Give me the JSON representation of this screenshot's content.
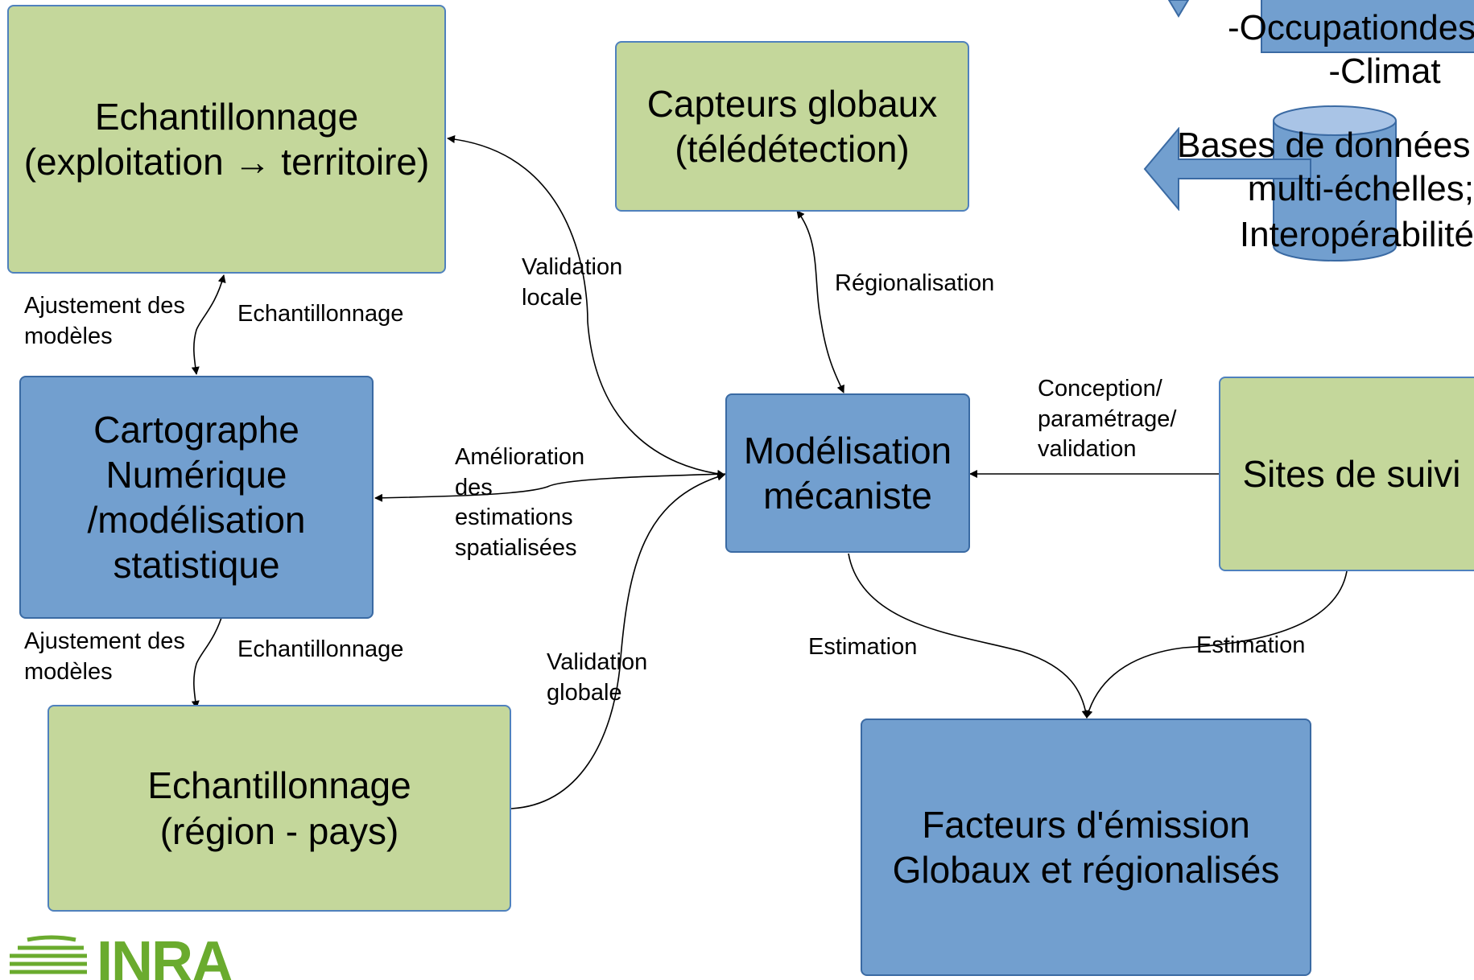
{
  "nodes": {
    "echantillonnage_exploitation": {
      "line1": "Echantillonnage",
      "line2": "(exploitation → territoire)"
    },
    "capteurs_globaux": {
      "line1": "Capteurs globaux",
      "line2": "(télédétection)"
    },
    "cartographe": {
      "line1": "Cartographe",
      "line2": "Numérique",
      "line3": "/modélisation",
      "line4": "statistique"
    },
    "modelisation": {
      "line1": "Modélisation",
      "line2": "mécaniste"
    },
    "sites_suivi": {
      "line1": "Sites de suivi"
    },
    "echantillonnage_region": {
      "line1": "Echantillonnage",
      "line2": "(région - pays)"
    },
    "facteurs_emission": {
      "line1": "Facteurs d'émission",
      "line2": "Globaux et régionalisés"
    }
  },
  "edge_labels": {
    "ajustement_top": {
      "line1": "Ajustement des",
      "line2": "modèles"
    },
    "echantillonnage_top": "Echantillonnage",
    "ajustement_bottom": {
      "line1": "Ajustement des",
      "line2": "modèles"
    },
    "echantillonnage_bottom": "Echantillonnage",
    "validation_locale": {
      "line1": "Validation",
      "line2": "locale"
    },
    "validation_globale": {
      "line1": "Validation",
      "line2": "globale"
    },
    "regionalisation": "Régionalisation",
    "amelioration": {
      "line1": "Amélioration",
      "line2": "des",
      "line3": "estimations",
      "line4": "spatialisées"
    },
    "conception": {
      "line1": "Conception/",
      "line2": "paramétrage/",
      "line3": "validation"
    },
    "estimation_left": "Estimation",
    "estimation_right": "Estimation"
  },
  "side_panel": {
    "occupation": "-Occupationdes",
    "climat": "-Climat",
    "bases_line1": "Bases de données",
    "bases_line2": "multi-échelles;",
    "bases_line3": "Interopérabilité"
  },
  "logo": {
    "text": "INRA"
  },
  "colors": {
    "green_fill": "#c4d79b",
    "blue_fill": "#729fcf",
    "box_border": "#4f81bd",
    "logo_green": "#6aab2e"
  }
}
